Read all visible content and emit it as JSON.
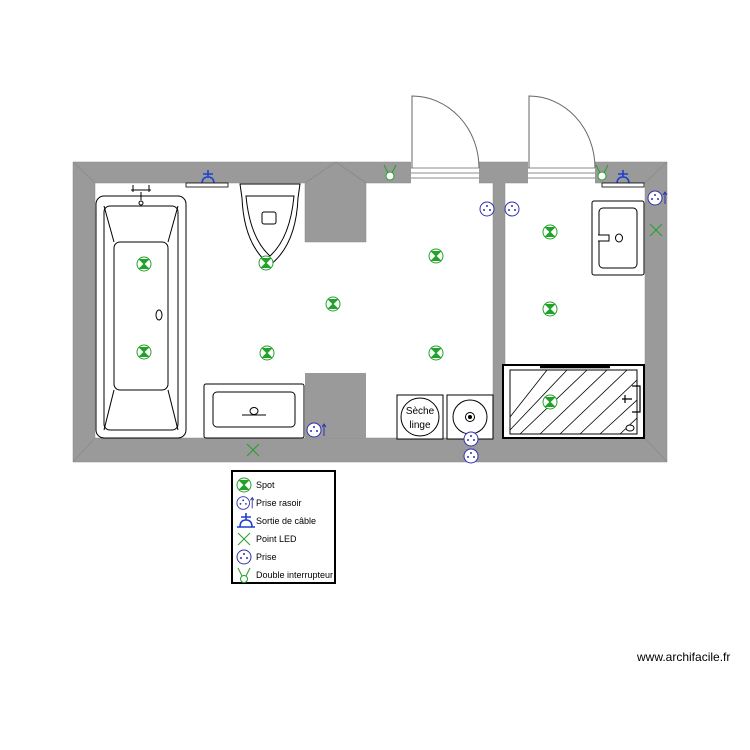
{
  "labels": {
    "dryer_line1": "Sèche",
    "dryer_line2": "linge"
  },
  "legend": {
    "items": [
      {
        "icon": "spot-icon",
        "label": "Spot"
      },
      {
        "icon": "shaver-socket-icon",
        "label": "Prise rasoir"
      },
      {
        "icon": "cable-outlet-icon",
        "label": "Sortie de câble"
      },
      {
        "icon": "led-point-icon",
        "label": "Point LED"
      },
      {
        "icon": "socket-icon",
        "label": "Prise"
      },
      {
        "icon": "double-switch-icon",
        "label": "Double interrupteur"
      }
    ]
  },
  "watermark": "www.archifacile.fr",
  "colors": {
    "wall": "#9a9a9a",
    "spot": "#22a22a",
    "socket": "#3030b0",
    "cable_outlet": "#1f3fcf",
    "led": "#22a22a"
  }
}
